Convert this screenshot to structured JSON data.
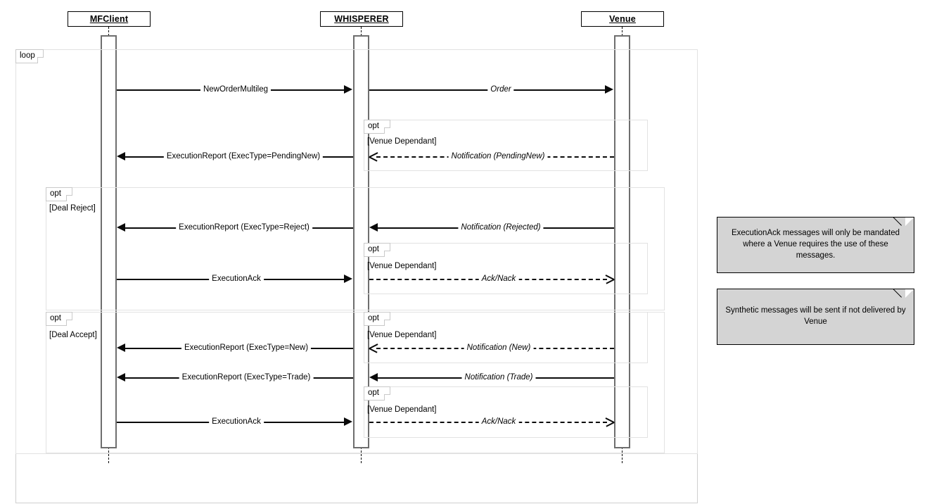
{
  "diagram": {
    "type": "uml-sequence-diagram",
    "title": "",
    "participants": [
      {
        "id": "mfclient",
        "label": "MFClient"
      },
      {
        "id": "whisperer",
        "label": "WHISPERER"
      },
      {
        "id": "venue",
        "label": "Venue"
      }
    ],
    "fragments": [
      {
        "id": "loop-main",
        "operator": "loop",
        "condition": ""
      },
      {
        "id": "opt-pendingnew",
        "operator": "opt",
        "condition": "[Venue Dependant]"
      },
      {
        "id": "opt-deal-reject",
        "operator": "opt",
        "condition": "[Deal Reject]"
      },
      {
        "id": "opt-acknack-reject",
        "operator": "opt",
        "condition": "[Venue Dependant]"
      },
      {
        "id": "opt-deal-accept",
        "operator": "opt",
        "condition": "[Deal Accept]"
      },
      {
        "id": "opt-new",
        "operator": "opt",
        "condition": "[Venue Dependant]"
      },
      {
        "id": "opt-acknack-accept",
        "operator": "opt",
        "condition": "[Venue Dependant]"
      }
    ],
    "messages": [
      {
        "id": "m1",
        "label": "NewOrderMultileg",
        "from": "mfclient",
        "to": "whisperer",
        "style": "solid",
        "italic": false
      },
      {
        "id": "m2",
        "label": "Order",
        "from": "whisperer",
        "to": "venue",
        "style": "solid",
        "italic": true
      },
      {
        "id": "m3",
        "label": "ExecutionReport (ExecType=PendingNew)",
        "from": "whisperer",
        "to": "mfclient",
        "style": "solid",
        "italic": false
      },
      {
        "id": "m4",
        "label": "Notification (PendingNew)",
        "from": "venue",
        "to": "whisperer",
        "style": "dashed",
        "italic": true
      },
      {
        "id": "m5",
        "label": "ExecutionReport (ExecType=Reject)",
        "from": "whisperer",
        "to": "mfclient",
        "style": "solid",
        "italic": false
      },
      {
        "id": "m6",
        "label": "Notification (Rejected)",
        "from": "venue",
        "to": "whisperer",
        "style": "solid",
        "italic": true
      },
      {
        "id": "m7",
        "label": "ExecutionAck",
        "from": "mfclient",
        "to": "whisperer",
        "style": "solid",
        "italic": false
      },
      {
        "id": "m8",
        "label": "Ack/Nack",
        "from": "whisperer",
        "to": "venue",
        "style": "dashed",
        "italic": true
      },
      {
        "id": "m9",
        "label": "ExecutionReport (ExecType=New)",
        "from": "whisperer",
        "to": "mfclient",
        "style": "solid",
        "italic": false
      },
      {
        "id": "m10",
        "label": "Notification (New)",
        "from": "venue",
        "to": "whisperer",
        "style": "dashed",
        "italic": true
      },
      {
        "id": "m11",
        "label": "ExecutionReport (ExecType=Trade)",
        "from": "whisperer",
        "to": "mfclient",
        "style": "solid",
        "italic": false
      },
      {
        "id": "m12",
        "label": "Notification (Trade)",
        "from": "venue",
        "to": "whisperer",
        "style": "solid",
        "italic": true
      },
      {
        "id": "m13",
        "label": "ExecutionAck",
        "from": "mfclient",
        "to": "whisperer",
        "style": "solid",
        "italic": false
      },
      {
        "id": "m14",
        "label": "Ack/Nack",
        "from": "whisperer",
        "to": "venue",
        "style": "dashed",
        "italic": true
      }
    ],
    "notes": [
      {
        "id": "note-executionack",
        "text": "ExecutionAck messages will only be mandated where a Venue requires the use of these messages."
      },
      {
        "id": "note-synthetic",
        "text": "Synthetic messages will be sent if not delivered by Venue"
      }
    ],
    "colors": {
      "line": "#0a0a0a",
      "activation_border": "#6e6e6e",
      "fragment_border": "#e2e2e2",
      "note_fill": "#d4d4d4",
      "background": "#ffffff"
    }
  }
}
